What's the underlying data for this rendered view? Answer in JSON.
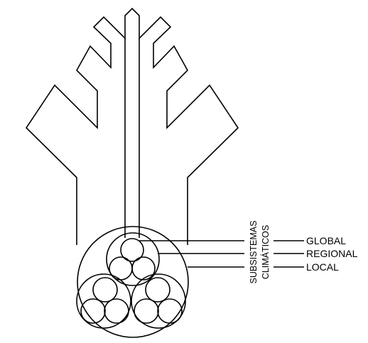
{
  "diagram": {
    "axis_label_line1": "SUBSISTEMAS",
    "axis_label_line2": "CLIMÁTICOS",
    "levels": [
      {
        "label": "GLOBAL"
      },
      {
        "label": "REGIONAL"
      },
      {
        "label": "LOCAL"
      }
    ],
    "stroke_color": "#000000",
    "background_color": "#ffffff"
  }
}
